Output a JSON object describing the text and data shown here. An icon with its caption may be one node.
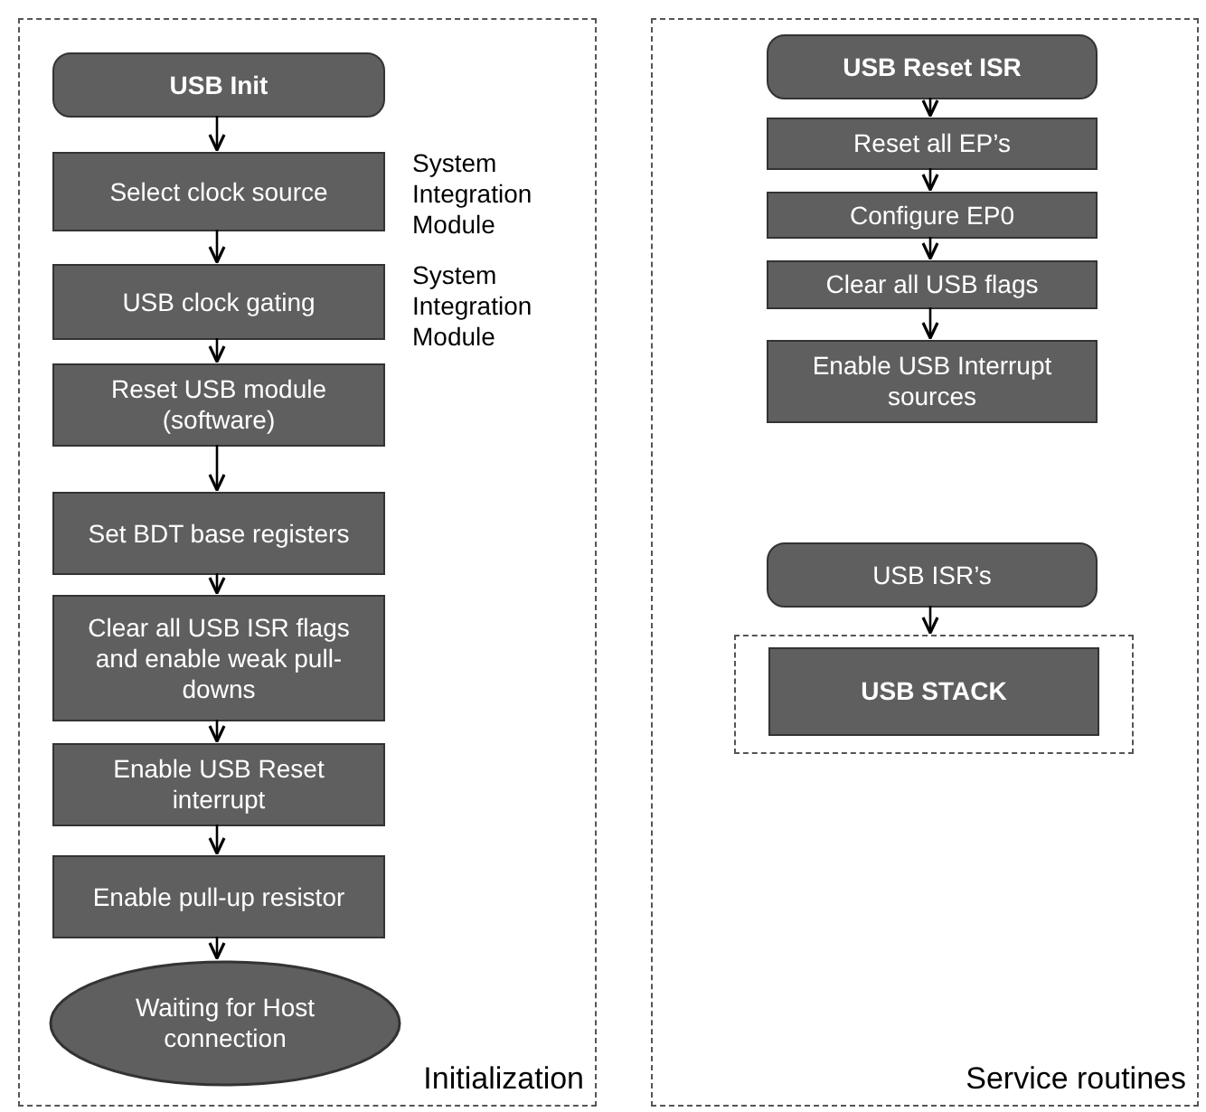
{
  "diagram": {
    "nodes": [
      {
        "text": [
          "Initialization"
        ]
      },
      {
        "text": [
          "USB Init"
        ],
        "in": 0
      },
      {
        "text": [
          "Select clock source"
        ],
        "in": 0,
        "beside": [
          "System Integration Module"
        ]
      },
      {
        "text": [
          "USB clock gating"
        ],
        "in": 0,
        "beside": [
          "System Integration Module"
        ]
      },
      {
        "text": [
          "Reset USB module (software)"
        ],
        "in": 0
      },
      {
        "text": [
          "Set BDT base registers"
        ],
        "in": 0
      },
      {
        "text": [
          "Clear all USB ISR flags and enable weak pull-downs"
        ],
        "in": 0
      },
      {
        "text": [
          "Enable USB Reset interrupt"
        ],
        "in": 0
      },
      {
        "text": [
          "Enable pull-up resistor"
        ],
        "in": 0
      },
      {
        "text": [
          "Waiting for Host connection"
        ],
        "in": 0
      },
      {
        "text": [
          "Service routines"
        ]
      },
      {
        "text": [
          "USB Reset ISR"
        ],
        "in": 10
      },
      {
        "text": [
          "Reset all EP’s"
        ],
        "in": 10
      },
      {
        "text": [
          "Configure EP0"
        ],
        "in": 10
      },
      {
        "text": [
          "Clear all USB flags"
        ],
        "in": 10
      },
      {
        "text": [
          "Enable USB Interrupt sources"
        ],
        "in": 10
      },
      {
        "text": [
          "USB ISR’s"
        ],
        "in": 10
      },
      {
        "text": [],
        "shape": "box",
        "in": 10
      },
      {
        "text": [
          "USB STACK"
        ],
        "in": 17
      }
    ],
    "edges": [
      {
        "from": 1,
        "to": 2,
        "arrow": "to"
      },
      {
        "from": 2,
        "to": 3,
        "arrow": "to"
      },
      {
        "from": 3,
        "to": 4,
        "arrow": "to"
      },
      {
        "from": 4,
        "to": 5,
        "arrow": "to"
      },
      {
        "from": 5,
        "to": 6,
        "arrow": "to"
      },
      {
        "from": 6,
        "to": 7,
        "arrow": "to"
      },
      {
        "from": 7,
        "to": 8,
        "arrow": "to"
      },
      {
        "from": 8,
        "to": 9,
        "arrow": "to"
      },
      {
        "from": 11,
        "to": 12,
        "arrow": "to"
      },
      {
        "from": 12,
        "to": 13,
        "arrow": "to"
      },
      {
        "from": 13,
        "to": 14,
        "arrow": "to"
      },
      {
        "from": 14,
        "to": 15,
        "arrow": "to"
      },
      {
        "from": 16,
        "to": 17,
        "arrow": "to"
      }
    ]
  }
}
